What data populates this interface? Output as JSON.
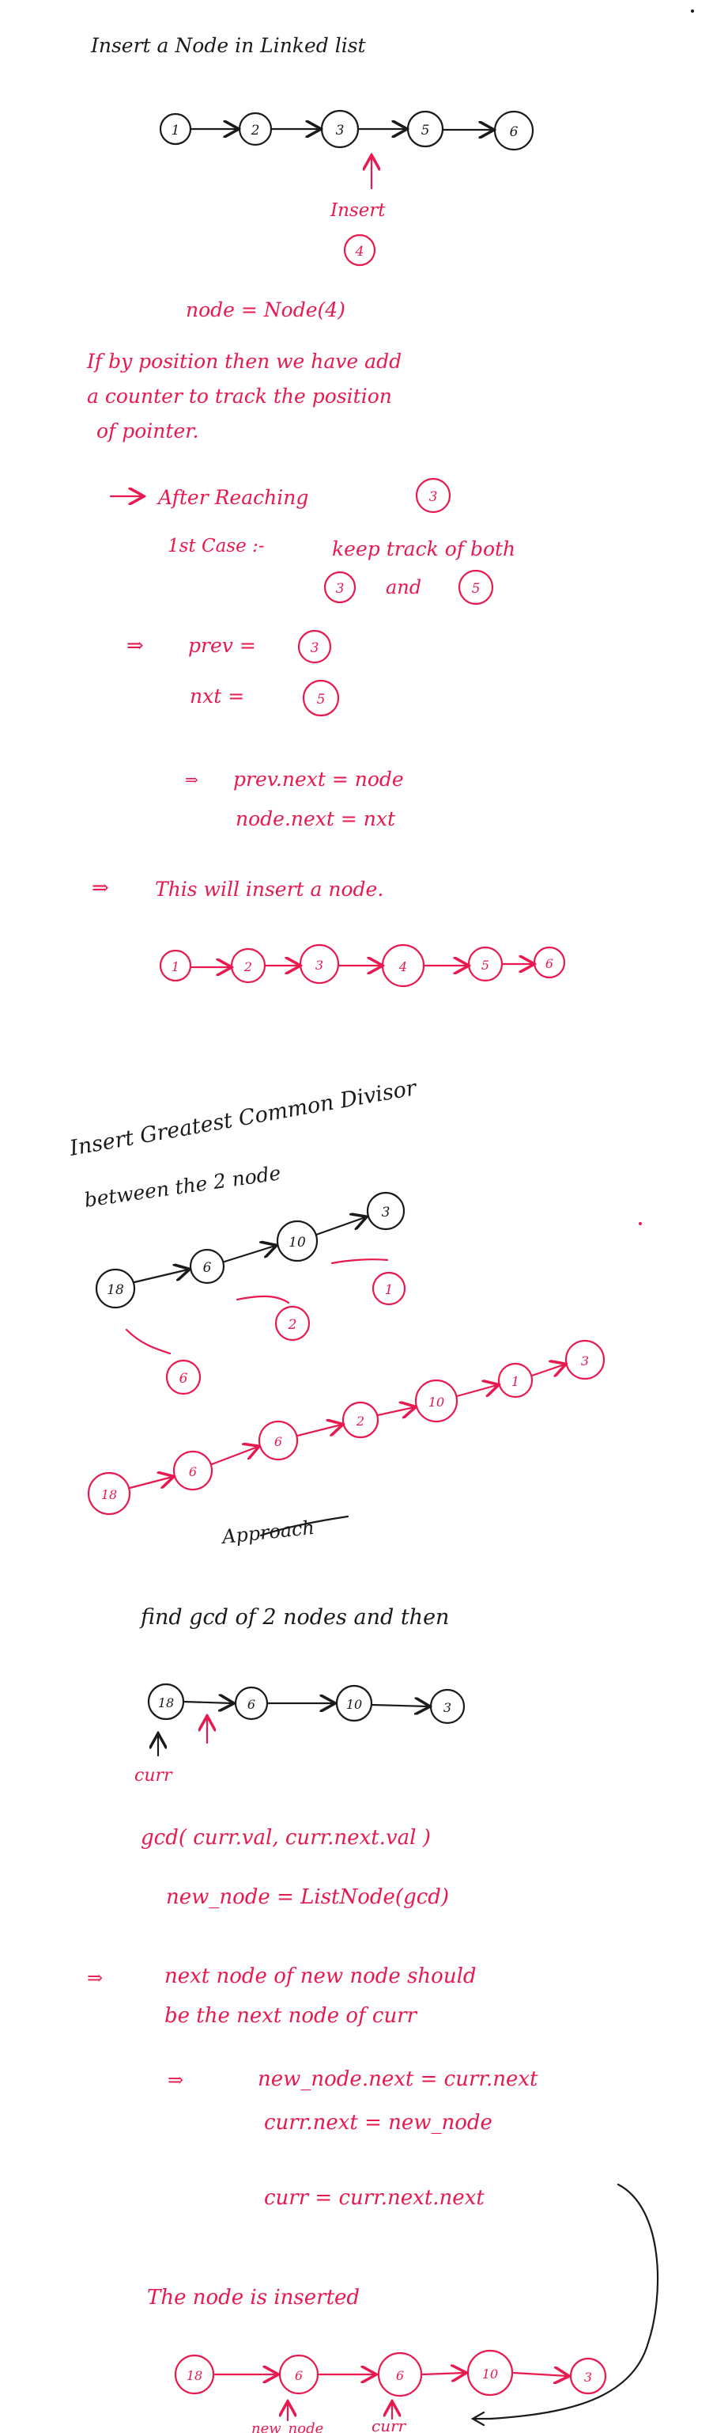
{
  "colors": {
    "ink_black": "#1a1a1a",
    "ink_red": "#e8194f"
  },
  "section1": {
    "title": "Insert a Node in Linked list",
    "list_nodes": [
      "1",
      "2",
      "3",
      "5",
      "6"
    ],
    "insert_label": "Insert",
    "insert_value": "4",
    "node_line": "node = Node(4)",
    "position_note_1": "If by position then we have add",
    "position_note_2": "a counter to track the position",
    "position_note_3": "of pointer.",
    "after_reaching": "After Reaching",
    "after_reaching_node": "3",
    "case_label": "1st Case :-",
    "keep_track": "keep track of both",
    "both_a": "3",
    "both_and": "and",
    "both_b": "5",
    "arrow_glyph": "⇒",
    "prev_label": "prev =",
    "prev_val": "3",
    "nxt_label": "nxt  =",
    "nxt_val": "5",
    "assign_1": "prev.next = node",
    "assign_2": "node.next  = nxt",
    "result_text": "This will insert a node.",
    "result_nodes": [
      "1",
      "2",
      "3",
      "4",
      "5",
      "6"
    ]
  },
  "section2": {
    "title_line1": "Insert Greatest Common Divisor",
    "title_line2": "between the 2 node",
    "list_nodes": [
      "18",
      "6",
      "10",
      "3"
    ],
    "gcd_nodes": [
      "6",
      "2",
      "1"
    ],
    "result_nodes": [
      "18",
      "6",
      "6",
      "2",
      "10",
      "1",
      "3"
    ],
    "approach": "Approach",
    "find_gcd": "find gcd of 2 nodes and then",
    "walk_nodes": [
      "18",
      "6",
      "10",
      "3"
    ],
    "curr_label": "curr",
    "gcd_call": "gcd( curr.val, curr.next.val )",
    "new_node_call": "new_node = ListNode(gcd)",
    "arrow_glyph": "⇒",
    "next_note_1": "next node of new node should",
    "next_note_2": "be the next node of curr",
    "assign_1": "new_node.next = curr.next",
    "assign_2": "curr.next  = new_node",
    "assign_3": "curr = curr.next.next",
    "inserted": "The node is inserted",
    "final_nodes": [
      "18",
      "6",
      "6",
      "10",
      "3"
    ],
    "final_label_new": "new_node",
    "final_label_curr": "curr"
  }
}
